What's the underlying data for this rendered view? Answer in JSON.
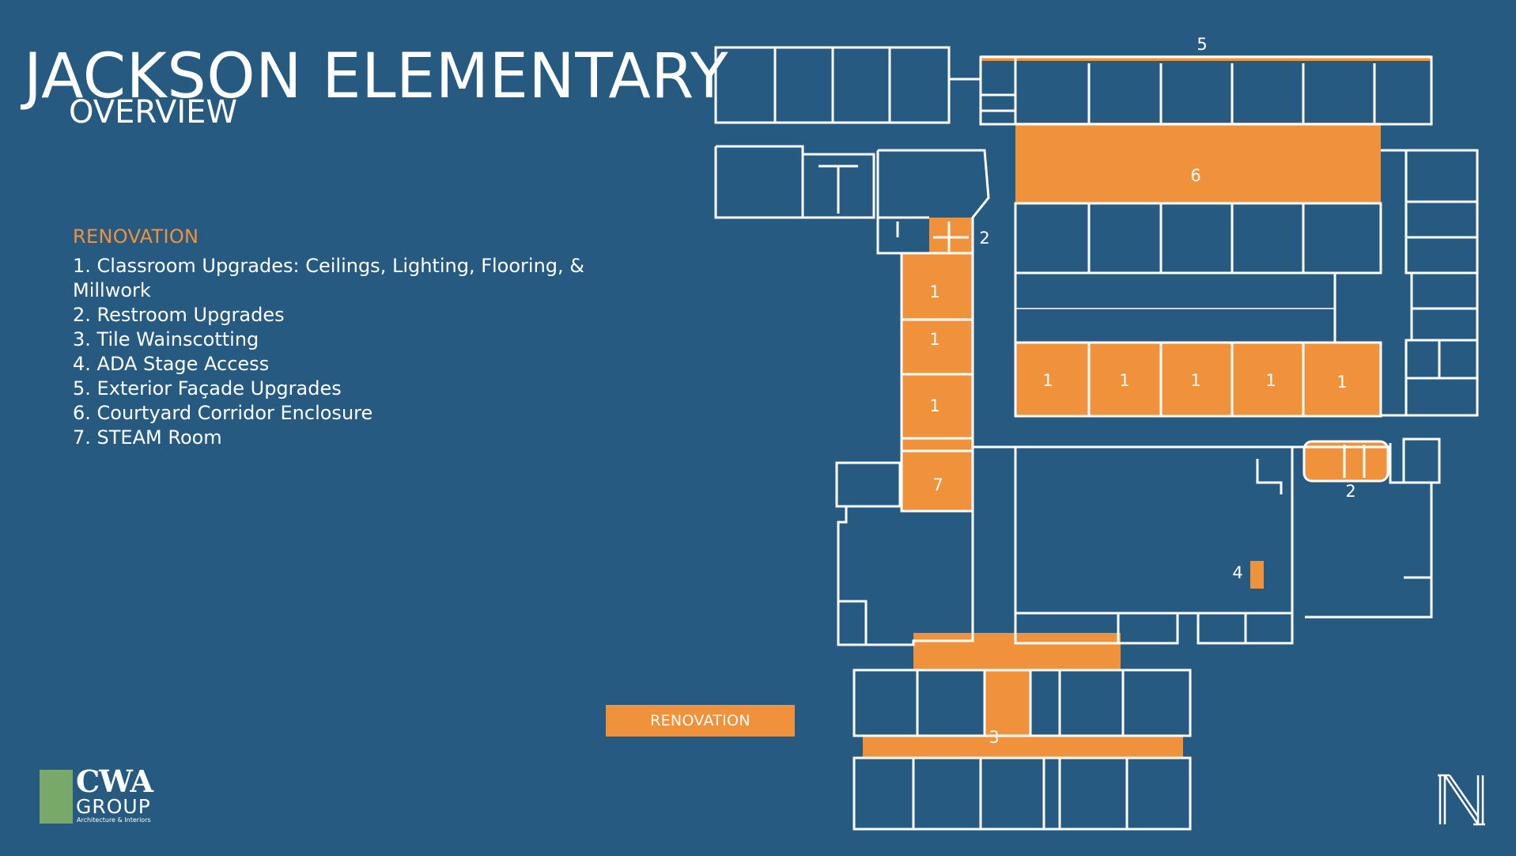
{
  "slide": {
    "title": "JACKSON ELEMENTARY",
    "subtitle": "OVERVIEW"
  },
  "legend": {
    "heading": "RENOVATION",
    "items": [
      "1. Classroom Upgrades: Ceilings, Lighting, Flooring, & Millwork",
      "2. Restroom Upgrades",
      "3. Tile Wainscotting",
      "4. ADA Stage Access",
      "5. Exterior Façade Upgrades",
      "6. Courtyard Corridor Enclosure",
      "7. STEAM Room"
    ]
  },
  "key": {
    "label": "RENOVATION"
  },
  "floor_plan": {
    "area_labels": {
      "exterior_facade": "5",
      "corridor_enclosure": "6",
      "restroom_west": "2",
      "classroom_west_1": "1",
      "classroom_west_2": "1",
      "classroom_west_3": "1",
      "steam_room": "7",
      "classroom_south_1": "1",
      "classroom_south_2": "1",
      "classroom_south_3": "1",
      "classroom_south_4": "1",
      "classroom_south_5": "1",
      "restroom_east": "2",
      "stage_access": "4",
      "wainscotting": "3"
    }
  },
  "logos": {
    "cwa": "CWA",
    "group": "GROUP",
    "tagline": "Architecture & Interiors"
  },
  "colors": {
    "background": "#275a80",
    "renovation": "#f0923c",
    "walls": "#ffffff",
    "logo_green": "#78a96a"
  }
}
